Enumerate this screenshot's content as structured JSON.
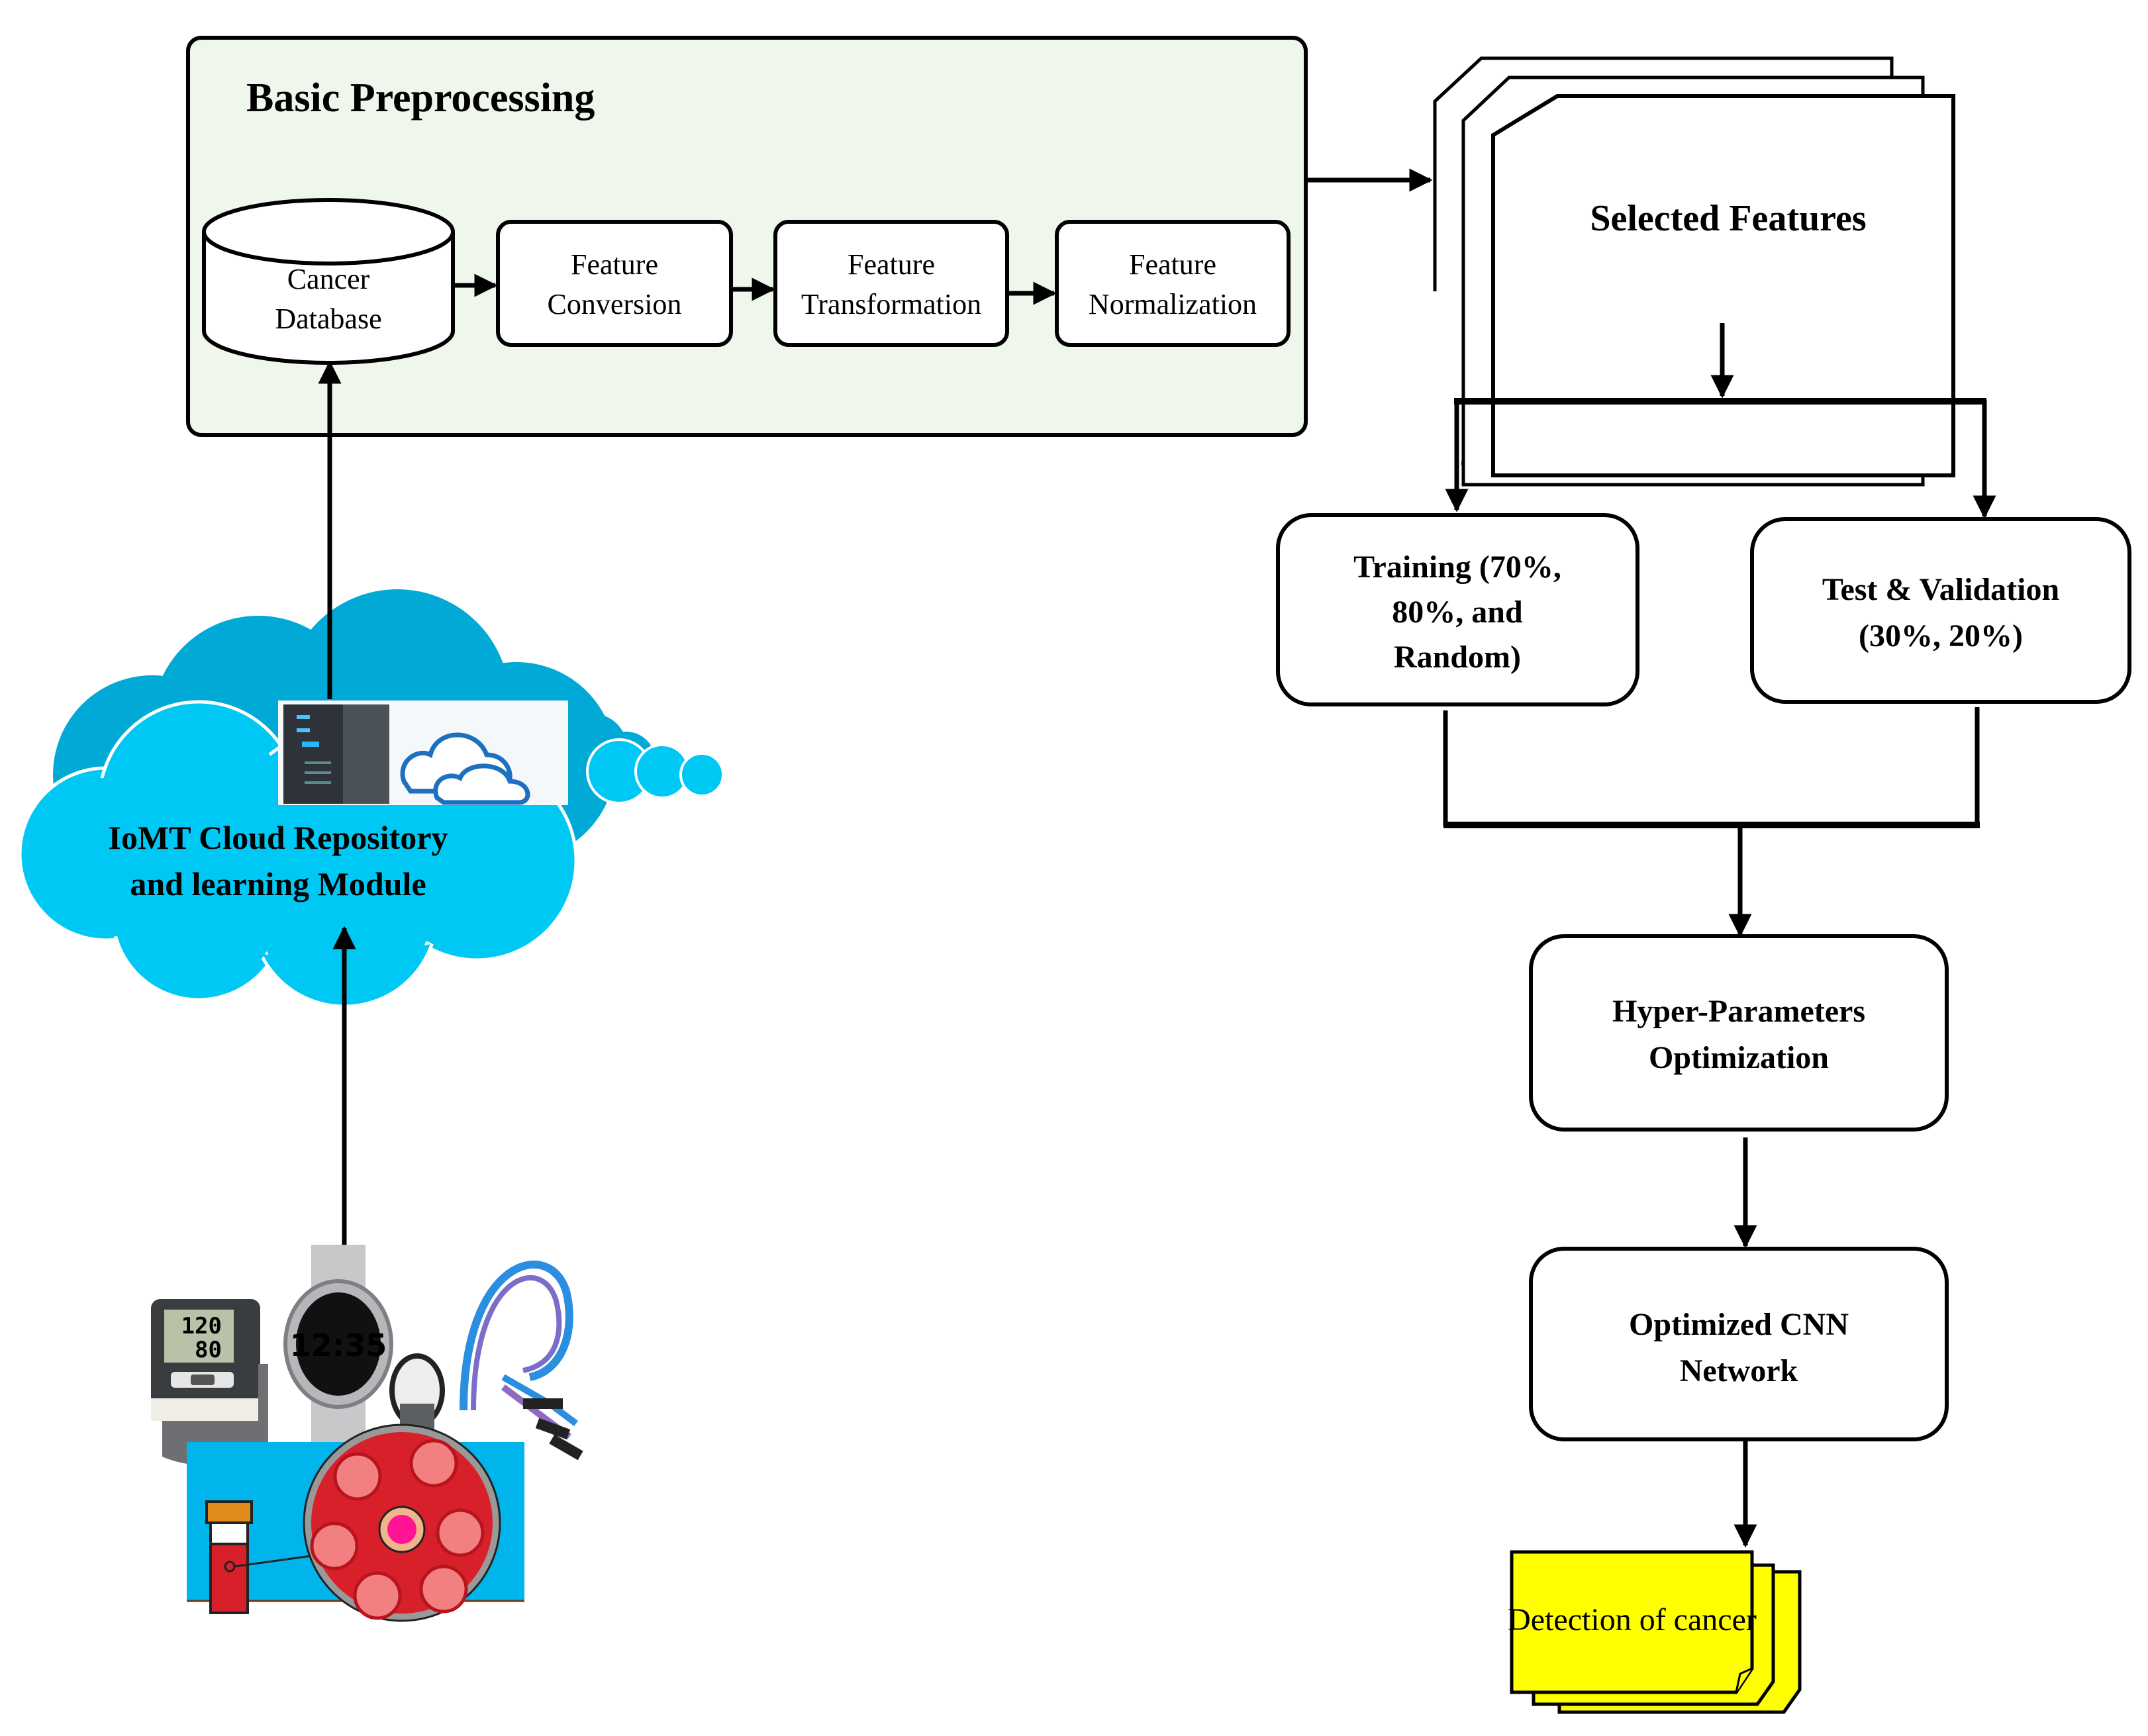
{
  "title": "IoMT-based cancer detection workflow",
  "preprocessing": {
    "title": "Basic Preprocessing",
    "background_color": "#eff7ec",
    "database": {
      "line1": "Cancer",
      "line2": "Database"
    },
    "steps": [
      {
        "line1": "Feature",
        "line2": "Conversion"
      },
      {
        "line1": "Feature",
        "line2": "Transformation"
      },
      {
        "line1": "Feature",
        "line2": "Normalization"
      }
    ]
  },
  "selected_features": {
    "label": "Selected Features"
  },
  "split": {
    "training": {
      "line1": "Training (70%,",
      "line2": "80%, and",
      "line3": "Random)"
    },
    "test": {
      "line1": "Test & Validation",
      "line2": "(30%, 20%)"
    }
  },
  "hyper_parameters": {
    "line1": "Hyper-Parameters",
    "line2": "Optimization"
  },
  "cnn": {
    "line1": "Optimized CNN",
    "line2": "Network"
  },
  "detection": {
    "label": "Detection of cancer",
    "fill_color": "#ffff00"
  },
  "cloud": {
    "line1": "IoMT Cloud Repository",
    "line2": "and learning Module",
    "fill_color": "#00c8f4",
    "back_color": "#00a9d6",
    "icon": "server-cloud-icon"
  },
  "devices": {
    "blood_pressure_monitor": {
      "systolic": "120",
      "diastolic": "80",
      "icon": "blood-pressure-monitor-icon"
    },
    "smartwatch": {
      "time": "12:35",
      "icon": "smartwatch-icon"
    },
    "sensor": {
      "icon": "sensor-cable-icon"
    },
    "blood_sample": {
      "icon": "blood-sample-icon",
      "background_color": "#00b4ec"
    }
  }
}
